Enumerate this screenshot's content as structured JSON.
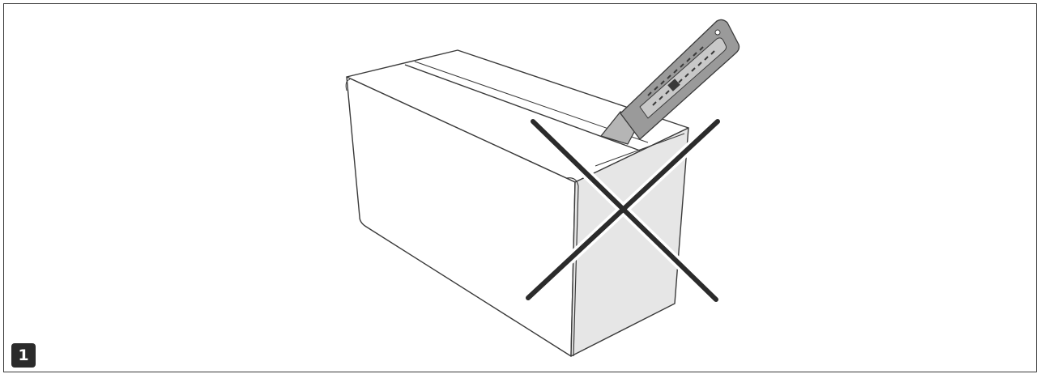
{
  "step": {
    "number": "1"
  },
  "illustration": {
    "subject": "box-with-utility-knife",
    "prohibition_mark": "cross-out",
    "colors": {
      "outline": "#3a3a3a",
      "side_panel_fill": "#e6e6e6",
      "knife_fill": "#9a9a9a",
      "cross": "#2b2b2b",
      "badge": "#2b2b2b"
    }
  }
}
